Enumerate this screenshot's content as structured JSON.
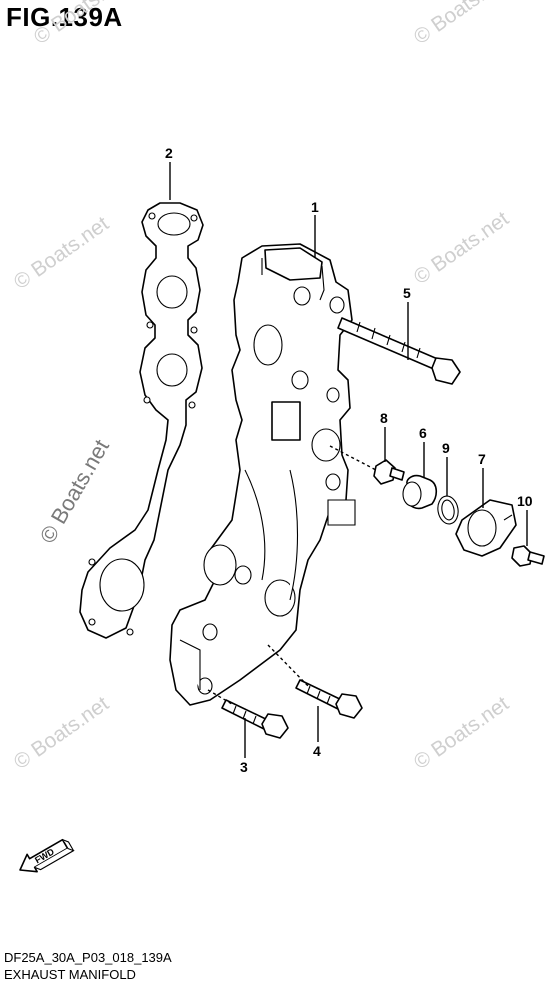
{
  "figure_title": "FIG.139A",
  "drawing_code": "DF25A_30A_P03_018_139A",
  "caption": "EXHAUST MANIFOLD",
  "watermark_text": "© Boats.net",
  "fwd_label": "FWD",
  "callouts": {
    "c1": "1",
    "c2": "2",
    "c3": "3",
    "c4": "4",
    "c5": "5",
    "c6": "6",
    "c7": "7",
    "c8": "8",
    "c9": "9",
    "c10": "10"
  }
}
